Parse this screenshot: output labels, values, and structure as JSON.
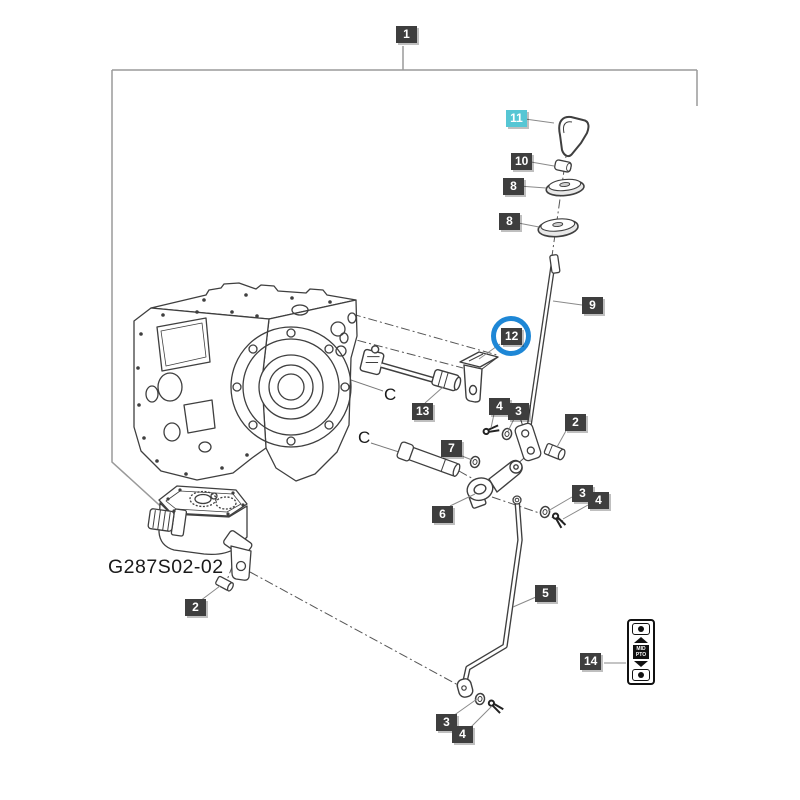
{
  "diagram": {
    "kind": "exploded-parts-diagram",
    "part_code_label": "G287S02-02",
    "section_marker_upper": "C",
    "section_marker_lower": "C",
    "decal": {
      "top_word": "MID",
      "bottom_word": "PTO"
    },
    "colors": {
      "badge_bg": "#3e3e3e",
      "badge_text": "#ffffff",
      "highlight_badge_bg": "#56c6d4",
      "highlight_ring": "#1e87d6",
      "line_color": "#3f3f3f"
    },
    "callouts": {
      "group": "1",
      "knob": "11",
      "bushing": "10",
      "boot_upper": "8",
      "boot_lower": "8",
      "rod": "9",
      "bracket": "12",
      "sensor": "13",
      "cotter_a": "4",
      "washer_a": "3",
      "pin_a": "2",
      "joint_pin": "7",
      "bellcrank": "6",
      "washer_b": "3",
      "cotter_b": "4",
      "link_rod": "5",
      "pto_pin": "2",
      "washer_c": "3",
      "cotter_c": "4",
      "decal": "14"
    }
  }
}
